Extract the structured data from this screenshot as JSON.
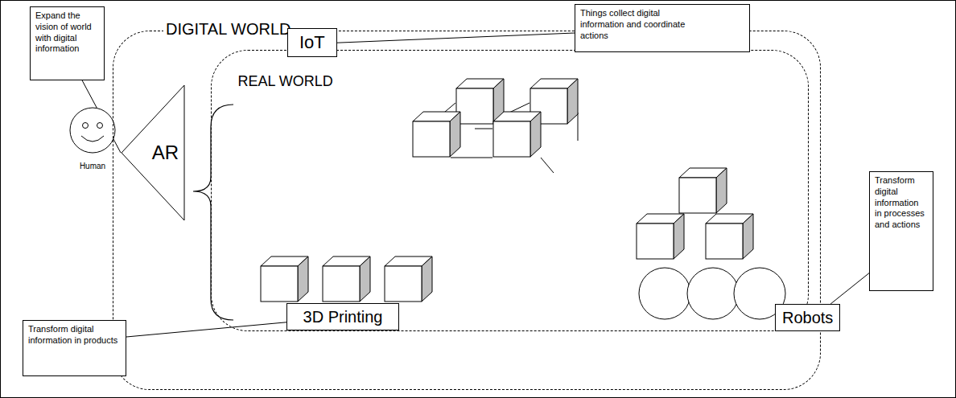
{
  "diagram": {
    "nodes": [
      {
        "text": [
          "Expand the vision of world with digital information"
        ]
      },
      {
        "text": [
          "Human"
        ]
      },
      {
        "text": [
          "AR"
        ]
      },
      {
        "text": [
          "DIGITAL WORLD"
        ]
      },
      {
        "text": [
          "REAL WORLD"
        ],
        "in": 3
      },
      {
        "text": [
          "IoT"
        ]
      },
      {
        "text": [
          "Things collect digital information and coordinate actions"
        ]
      },
      {
        "text": [
          "3D Printing"
        ],
        "in": 4
      },
      {
        "text": [
          "Transform digital information in products"
        ]
      },
      {
        "text": [
          "Robots"
        ]
      },
      {
        "text": [
          "Transform digital information in processes and actions"
        ]
      }
    ],
    "edges": [
      {
        "from": 0,
        "to": 2,
        "arrow": "none"
      },
      {
        "from": 6,
        "to": 5,
        "arrow": "none"
      },
      {
        "from": 8,
        "to": 7,
        "arrow": "none"
      },
      {
        "from": 10,
        "to": 9,
        "arrow": "none"
      }
    ]
  }
}
